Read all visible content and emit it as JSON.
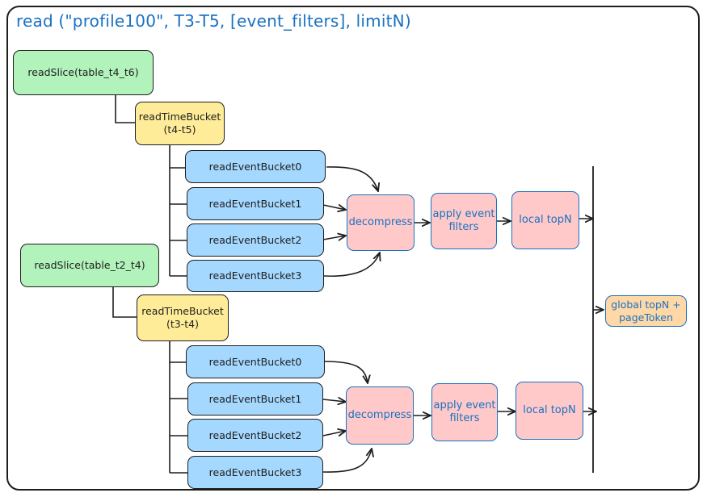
{
  "title": "read (\"profile100\",  T3-T5,  [event_filters],  limitN)",
  "nodes": {
    "slice_a": "readSlice(table_t4_t6)",
    "tb_a": "readTimeBucket\n(t4-t5)",
    "eb_a0": "readEventBucket0",
    "eb_a1": "readEventBucket1",
    "eb_a2": "readEventBucket2",
    "eb_a3": "readEventBucket3",
    "dec_a": "decompress",
    "flt_a": "apply event\nfilters",
    "top_a": "local topN",
    "slice_b": "readSlice(table_t2_t4)",
    "tb_b": "readTimeBucket\n(t3-t4)",
    "eb_b0": "readEventBucket0",
    "eb_b1": "readEventBucket1",
    "eb_b2": "readEventBucket2",
    "eb_b3": "readEventBucket3",
    "dec_b": "decompress",
    "flt_b": "apply event\nfilters",
    "top_b": "local topN",
    "global": "global topN +\npageToken"
  },
  "colors": {
    "green": "#b2f2bb",
    "yellow": "#ffec99",
    "blue": "#a5d8ff",
    "pink": "#ffc9c9",
    "orange": "#ffd8a8",
    "accent_text": "#1971c2",
    "stroke": "#1e1e1e"
  }
}
